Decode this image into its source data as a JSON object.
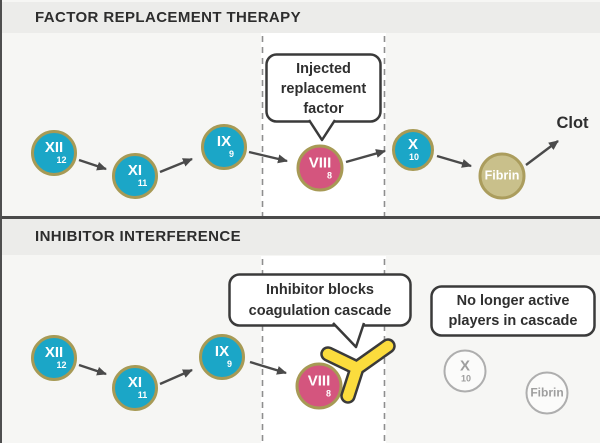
{
  "colors": {
    "factor_active_teal": "#1ba6c7",
    "factor_viii_pink": "#d4557e",
    "node_border_tan": "#a79a55",
    "fibrin_fill": "#c9c08b",
    "inhibitor_yellow": "#fbdc3d",
    "outline_dark": "#3a3a3a",
    "inactive_gray": "#aeaeae",
    "panel_bg": "#f6f6f4",
    "header_bg": "#ececea"
  },
  "panel1": {
    "title": "FACTOR REPLACEMENT THERAPY",
    "callout_lines": [
      "Injected",
      "replacement",
      "factor"
    ],
    "clot_label": "Clot",
    "nodes": {
      "xii": {
        "label": "XII",
        "sub": "12"
      },
      "xi": {
        "label": "XI",
        "sub": "11"
      },
      "ix": {
        "label": "IX",
        "sub": "9"
      },
      "viii": {
        "label": "VIII",
        "sub": "8"
      },
      "x": {
        "label": "X",
        "sub": "10"
      },
      "fibrin": {
        "label": "Fibrin"
      }
    }
  },
  "panel2": {
    "title": "INHIBITOR INTERFERENCE",
    "callout_lines": [
      "Inhibitor blocks",
      "coagulation cascade"
    ],
    "inactive_box_lines": [
      "No longer active",
      "players in cascade"
    ],
    "nodes": {
      "xii": {
        "label": "XII",
        "sub": "12"
      },
      "xi": {
        "label": "XI",
        "sub": "11"
      },
      "ix": {
        "label": "IX",
        "sub": "9"
      },
      "viii": {
        "label": "VIII",
        "sub": "8"
      },
      "x_inactive": {
        "label": "X",
        "sub": "10"
      },
      "fibrin_inactive": {
        "label": "Fibrin"
      }
    }
  }
}
